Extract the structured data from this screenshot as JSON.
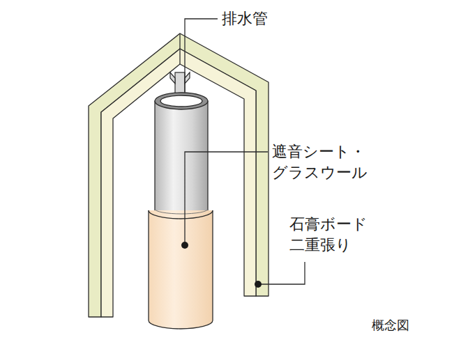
{
  "diagram": {
    "labels": [
      "排水管",
      "遮音シート・ グラスウール",
      "石膏ボード 二重張り",
      "概念図"
    ]
  }
}
